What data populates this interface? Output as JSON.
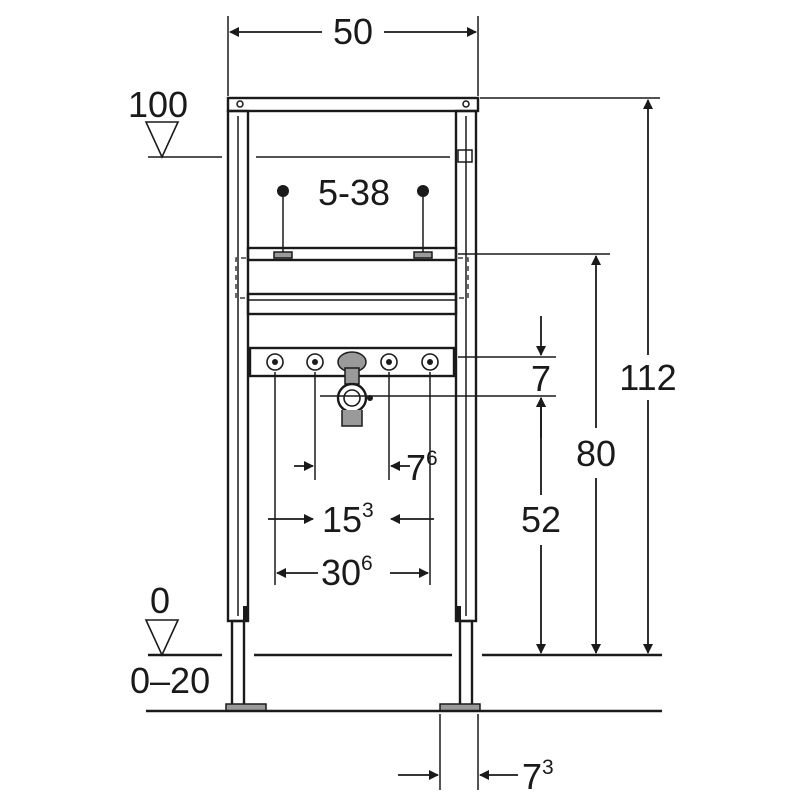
{
  "dimensions": {
    "frame_width": "50",
    "fixing_spacing": "5-38",
    "top_level": "100",
    "total_height": "112",
    "rail_height": "80",
    "outlet_height": "52",
    "outlet_gap": "7",
    "pitch_small_base": "7",
    "pitch_small_sup": "6",
    "pitch_mid_base": "15",
    "pitch_mid_sup": "3",
    "pitch_wide_base": "30",
    "pitch_wide_sup": "6",
    "floor_level": "0",
    "foot_range": "0–20",
    "depth_base": "7",
    "depth_sup": "3"
  },
  "colors": {
    "line": "#1a1a1a",
    "frame_fill": "#ffffff",
    "part_fill": "#9a9a9a"
  }
}
